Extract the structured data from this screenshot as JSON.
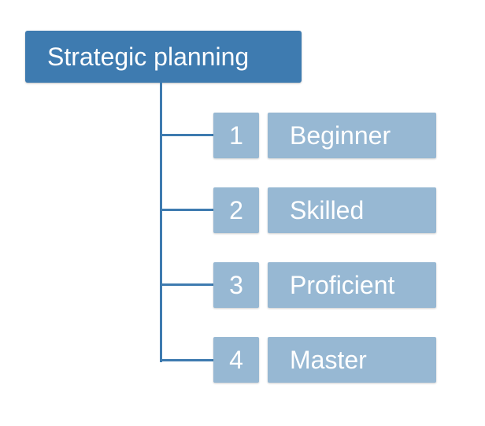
{
  "diagram": {
    "root": {
      "label": "Strategic planning"
    },
    "levels": [
      {
        "number": "1",
        "label": "Beginner"
      },
      {
        "number": "2",
        "label": "Skilled"
      },
      {
        "number": "3",
        "label": "Proficient"
      },
      {
        "number": "4",
        "label": "Master"
      }
    ]
  },
  "colors": {
    "root_fill": "#3e7bb0",
    "connector": "#3e7bb0",
    "level_fill": "#97b8d3",
    "text": "#ffffff"
  }
}
